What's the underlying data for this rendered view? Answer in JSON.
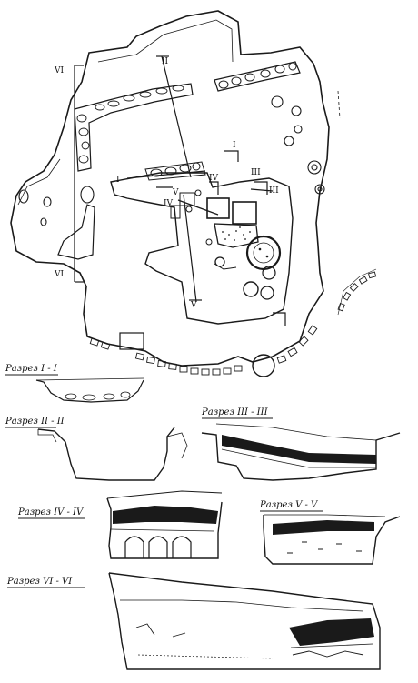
{
  "plan": {
    "section_marks": [
      "I",
      "I",
      "II",
      "III",
      "III",
      "IV",
      "IV",
      "V",
      "V",
      "VI",
      "VI"
    ]
  },
  "sections": [
    {
      "id": "I-I",
      "label": "Разрез I - I"
    },
    {
      "id": "II-II",
      "label": "Разрез II - II"
    },
    {
      "id": "III-III",
      "label": "Разрез III - III"
    },
    {
      "id": "IV-IV",
      "label": "Разрез IV - IV"
    },
    {
      "id": "V-V",
      "label": "Разрез V - V"
    },
    {
      "id": "VI-VI",
      "label": "Разрез VI - VI"
    }
  ]
}
